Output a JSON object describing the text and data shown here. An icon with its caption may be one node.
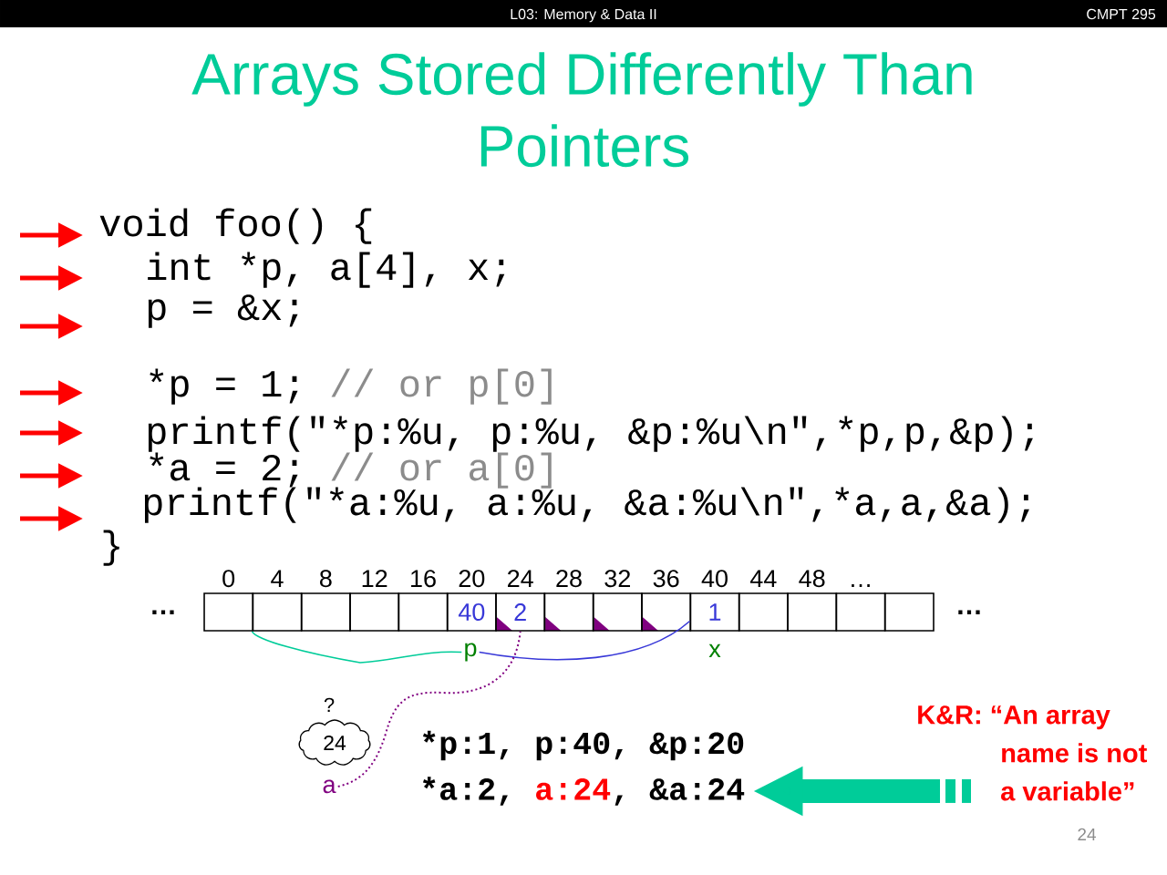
{
  "diagram": {
    "title": "Arrays Stored Differently Than Pointers",
    "nodes": [
      {
        "text": [],
        "shape": "box",
        "beside": [
          "0"
        ]
      },
      {
        "text": [],
        "shape": "box",
        "beside": [
          "4"
        ]
      },
      {
        "text": [],
        "shape": "box",
        "beside": [
          "8"
        ]
      },
      {
        "text": [],
        "shape": "box",
        "beside": [
          "12"
        ]
      },
      {
        "text": [],
        "shape": "box",
        "beside": [
          "16"
        ]
      },
      {
        "text": [
          "40"
        ],
        "beside": [
          "20"
        ]
      },
      {
        "text": [
          "2"
        ],
        "beside": [
          "24"
        ]
      },
      {
        "text": [],
        "shape": "box",
        "beside": [
          "28"
        ]
      },
      {
        "text": [],
        "shape": "box",
        "beside": [
          "32"
        ]
      },
      {
        "text": [],
        "shape": "box",
        "beside": [
          "36"
        ]
      },
      {
        "text": [
          "1"
        ],
        "beside": [
          "40",
          "x"
        ]
      },
      {
        "text": [],
        "shape": "box",
        "beside": [
          "44"
        ]
      },
      {
        "text": [],
        "shape": "box",
        "beside": [
          "48"
        ]
      },
      {
        "text": [],
        "shape": "box",
        "beside": [
          "…"
        ]
      },
      {
        "text": [],
        "shape": "box"
      },
      {
        "text": [
          "p"
        ]
      },
      {
        "text": [
          "24"
        ],
        "beside": [
          "?"
        ]
      },
      {
        "text": [
          "a"
        ]
      },
      {
        "text": [
          "*a:2,",
          "a:24",
          ", &a:24"
        ]
      },
      {
        "text": [
          "K&R: “An array name is not a variable”"
        ]
      }
    ],
    "edges": [
      {
        "from": 15,
        "to": 10,
        "arrow": "none",
        "color": "#3838d8"
      },
      {
        "from": 1,
        "to": 15,
        "arrow": "none",
        "color": "#00cc99"
      },
      {
        "from": 17,
        "to": 6,
        "arrow": "none",
        "style": "dashed",
        "color": "#800080"
      },
      {
        "from": 19,
        "to": 18,
        "arrow": "to",
        "style": "thick",
        "color": "#00cc99"
      }
    ],
    "labels": [
      "L03: Memory & Data II",
      "CMPT 295",
      "void foo() {",
      "int *p, a[4], x;",
      "p = &x;",
      "*p = 1;",
      "// or p[0]",
      "printf(\"*p:%u, p:%u, &p:%u\\n\",*p,p,&p);",
      "*a = 2;",
      "// or a[0]",
      "printf(\"*a:%u, a:%u, &a:%u\\n\",*a,a,&a);",
      "}",
      "…",
      "…",
      "*p:1, p:40, &p:20",
      "24"
    ]
  }
}
